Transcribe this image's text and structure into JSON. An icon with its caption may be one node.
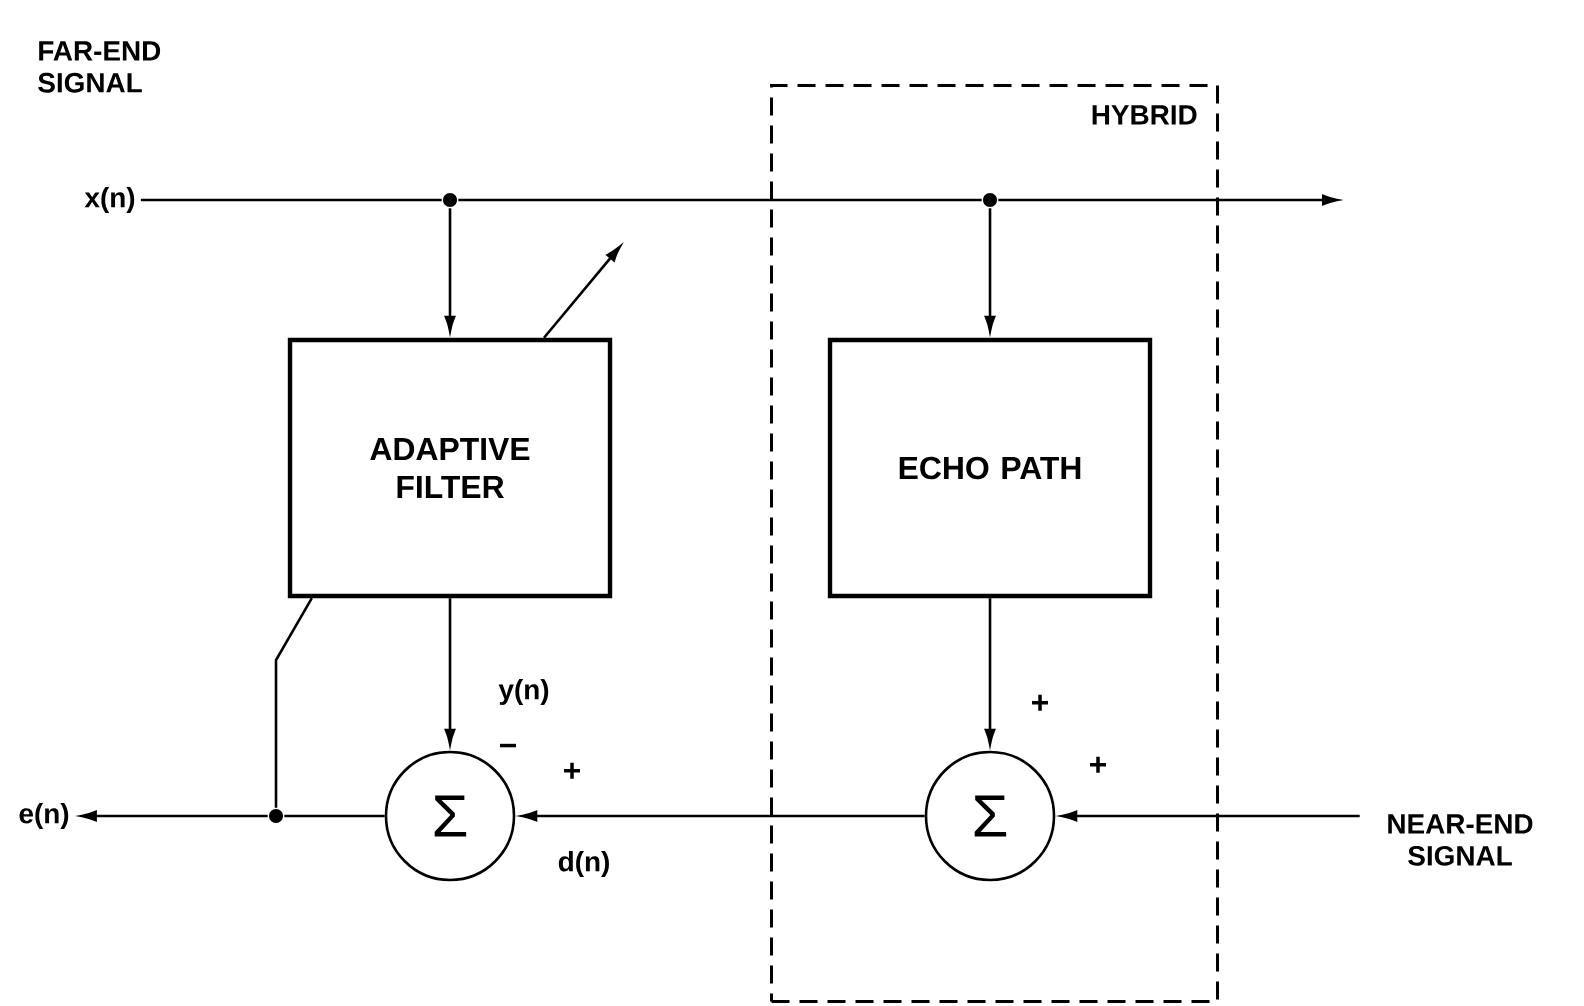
{
  "diagram": {
    "nodes": [
      {
        "text": [
          "HYBRID"
        ]
      },
      {
        "text": [
          "x(n)"
        ]
      },
      {
        "text": [],
        "shape": "circle"
      },
      {
        "text": [],
        "shape": "circle",
        "in": 0
      },
      {
        "text": [
          "ADAPTIVE FILTER"
        ]
      },
      {
        "text": [
          "ECHO PATH"
        ],
        "in": 0
      },
      {
        "text": [
          "Σ"
        ]
      },
      {
        "text": [
          "Σ"
        ],
        "in": 0
      },
      {
        "text": [
          "NEAR-END SIGNAL"
        ]
      },
      {
        "text": [
          "e(n)"
        ]
      },
      {
        "text": [],
        "shape": "circle"
      }
    ],
    "edges": [
      {
        "from": 1,
        "to": 2,
        "arrow": "none"
      },
      {
        "from": 2,
        "to": 3,
        "arrow": "none"
      },
      {
        "from": 3,
        "to": null,
        "arrow": "to"
      },
      {
        "from": 2,
        "to": 4,
        "arrow": "to"
      },
      {
        "from": 3,
        "to": 5,
        "arrow": "to"
      },
      {
        "from": 4,
        "to": 6,
        "arrow": "to",
        "label": "y(n)"
      },
      {
        "from": 5,
        "to": 7,
        "arrow": "to"
      },
      {
        "from": 8,
        "to": 7,
        "arrow": "to"
      },
      {
        "from": 7,
        "to": 6,
        "arrow": "to",
        "label": "d(n)"
      },
      {
        "from": 6,
        "to": 10,
        "arrow": "none"
      },
      {
        "from": 10,
        "to": 9,
        "arrow": "to"
      },
      {
        "from": 10,
        "to": 4,
        "arrow": "none"
      }
    ],
    "labels": [
      "FAR-END SIGNAL",
      "−",
      "+",
      "+",
      "+"
    ]
  }
}
